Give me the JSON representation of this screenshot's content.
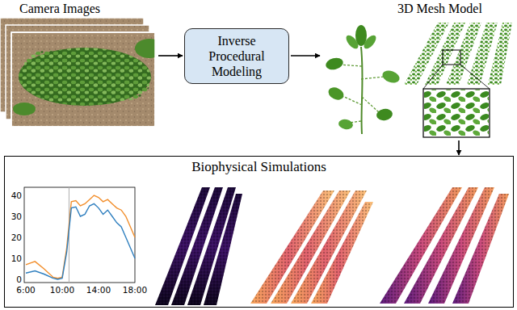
{
  "diagram": {
    "nodes": [
      {
        "text": [
          "Camera Images"
        ]
      },
      {
        "text": [
          "Inverse Procedural Modeling"
        ]
      },
      {
        "text": [
          "3D Mesh Model"
        ]
      },
      {
        "text": [
          "Biophysical Simulations"
        ]
      }
    ],
    "edges": [
      {
        "from": 0,
        "to": 1,
        "arrow": "to"
      },
      {
        "from": 1,
        "to": 2,
        "arrow": "to"
      },
      {
        "from": 2,
        "to": 3,
        "arrow": "to"
      }
    ],
    "labels": [
      "40",
      "30",
      "20",
      "10",
      "0",
      "6:00",
      "10:00",
      "14:00",
      "18:00"
    ]
  }
}
